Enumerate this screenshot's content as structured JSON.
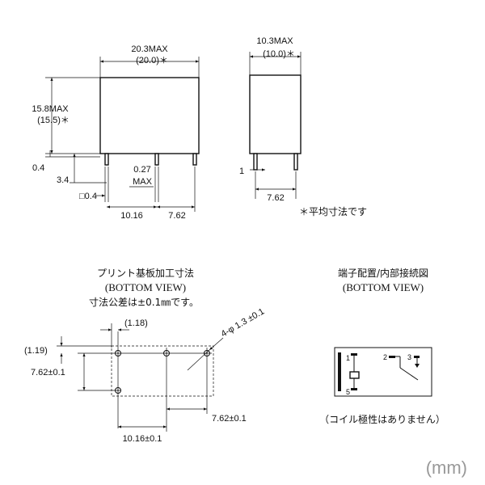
{
  "front_view": {
    "width_max": "20.3MAX",
    "width_avg": "(20.0)＊",
    "height_max": "15.8MAX",
    "height_avg": "(15.5)＊",
    "standoff": "0.4",
    "pin_length": "3.4",
    "pin_section": "□0.4",
    "pin_width_1": "0.27",
    "pin_width_2": "MAX",
    "pitch_a": "10.16",
    "pitch_b": "7.62"
  },
  "side_view": {
    "width_max": "10.3MAX",
    "width_avg": "(10.0)＊",
    "pin_offset": "1",
    "pitch": "7.62"
  },
  "note": "＊平均寸法です",
  "pcb_layout": {
    "title": "プリント基板加工寸法",
    "subtitle": "(BOTTOM VIEW)",
    "tolerance": "寸法公差は±0.1㎜です。",
    "hole_spec": "4-φ 1.3 ±0.1",
    "dim_118": "(1.18)",
    "dim_119": "(1.19)",
    "dim_762_v": "7.62±0.1",
    "dim_762_h": "7.62±0.1",
    "dim_1016": "10.16±0.1"
  },
  "terminal_diagram": {
    "title": "端子配置/内部接続図",
    "subtitle": "(BOTTOM VIEW)",
    "pin_1": "1",
    "pin_2": "2",
    "pin_3": "3",
    "pin_5": "5",
    "note": "（コイル極性はありません）"
  },
  "unit_label": "(mm)"
}
